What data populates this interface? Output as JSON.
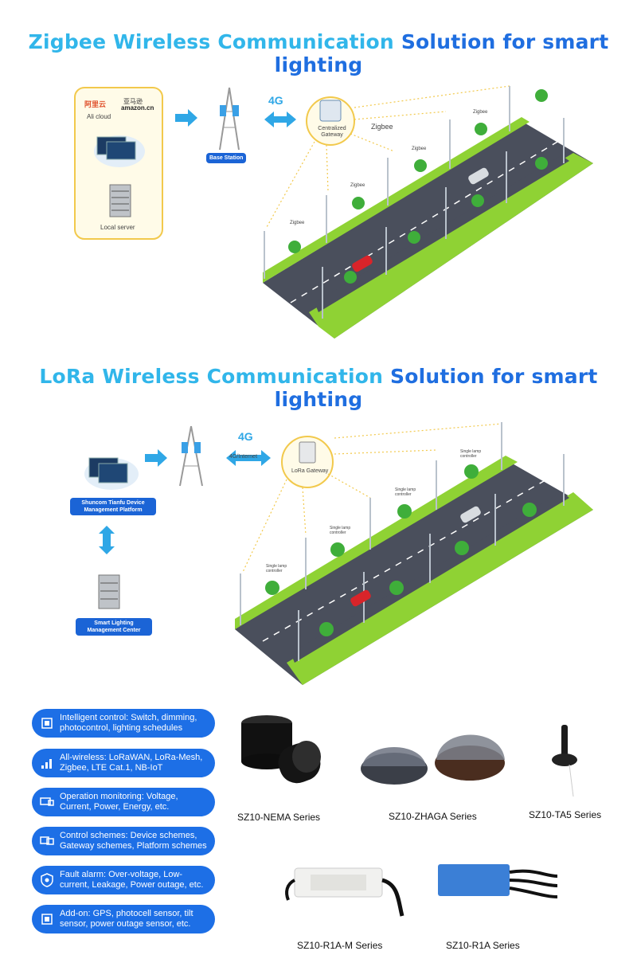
{
  "titles": {
    "zigbee_part1": "Zigbee Wireless Communication",
    "zigbee_part2": "Solution for smart lighting",
    "lora_part1": "LoRa Wireless Communication",
    "lora_part2": "Solution for smart lighting"
  },
  "zigbee": {
    "ali_label": "Ali cloud",
    "aliyun_logo": "阿里云",
    "amazon_logo_cn": "亚马逊",
    "amazon_logo": "amazon.cn",
    "local_server": "Local server",
    "base_station": "Base Station",
    "fourg": "4G",
    "gateway": "Centralized Gateway",
    "zigbee_label": "Zigbee",
    "node_label": "Zigbee"
  },
  "lora": {
    "platform": "Shuncom Tianfu Device Management Platform",
    "management_center": "Smart Lighting Management Center",
    "fourg": "4G",
    "fourg_internet": "4G/Internet",
    "gateway": "LoRa Gateway",
    "controller": "Single lamp controller"
  },
  "features": [
    {
      "icon": "chip-icon",
      "text": "Intelligent control: Switch, dimming, photocontrol, lighting schedules"
    },
    {
      "icon": "signal-bars-icon",
      "text": "All-wireless: LoRaWAN, LoRa-Mesh, Zigbee, LTE Cat.1, NB-IoT"
    },
    {
      "icon": "monitor-icon",
      "text": "Operation monitoring: Voltage, Current, Power, Energy, etc."
    },
    {
      "icon": "screens-icon",
      "text": "Control schemes: Device schemes, Gateway schemes, Platform schemes"
    },
    {
      "icon": "shield-icon",
      "text": "Fault alarm: Over-voltage, Low-current, Leakage, Power outage, etc."
    },
    {
      "icon": "chip-icon",
      "text": "Add-on: GPS, photocell sensor, tilt sensor, power outage sensor, etc."
    }
  ],
  "products": [
    {
      "name": "SZ10-NEMA Series"
    },
    {
      "name": "SZ10-ZHAGA Series"
    },
    {
      "name": "SZ10-TA5 Series"
    },
    {
      "name": "SZ10-R1A-M Series"
    },
    {
      "name": "SZ10-R1A Series"
    }
  ],
  "colors": {
    "title_light": "#31b6ea",
    "title_dark": "#1f6ee0",
    "pill": "#1d6fe6",
    "grass": "#8fd234",
    "road": "#4a4f5c",
    "gateway_circle": "#f2c94c",
    "arrow": "#2fa7e6"
  }
}
